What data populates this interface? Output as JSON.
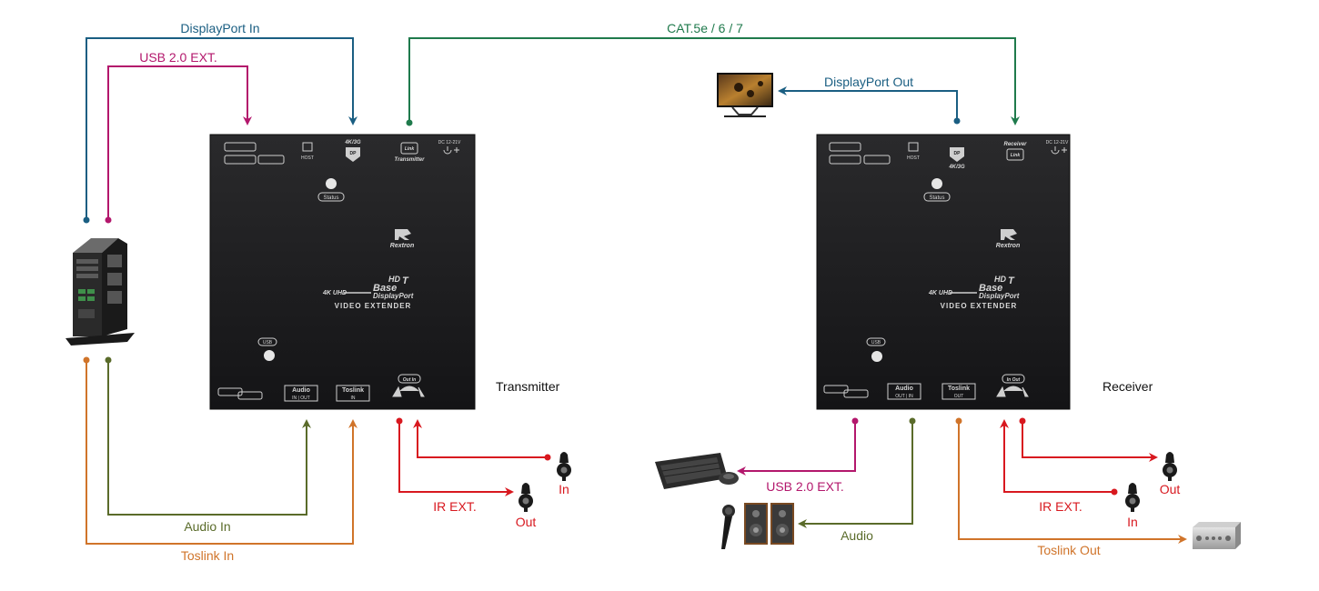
{
  "colors": {
    "displayport": "#1a5e82",
    "usb": "#b3176c",
    "cat": "#1f7a4c",
    "audio": "#5a6b2a",
    "toslink": "#d0742a",
    "ir": "#d8181f",
    "device_body": "#1c1c1e",
    "device_print": "#d8d8d8"
  },
  "links": {
    "displayport_in": "DisplayPort In",
    "usb_in": "USB 2.0 EXT.",
    "cat": "CAT.5e / 6 / 7",
    "displayport_out": "DisplayPort Out",
    "audio_in": "Audio In",
    "toslink_in": "Toslink In",
    "ir_tx": "IR EXT.",
    "ir_tx_out": "Out",
    "ir_tx_in": "In",
    "usb_out": "USB 2.0 EXT.",
    "audio_out": "Audio",
    "toslink_out": "Toslink Out",
    "ir_rx": "IR EXT.",
    "ir_rx_in": "In",
    "ir_rx_out": "Out"
  },
  "transmitter": {
    "label": "Transmitter",
    "host": "HOST",
    "res": "4K/3G",
    "dp": "DP",
    "link": "Link",
    "role": "Transmitter",
    "power": "DC 12-21V",
    "status": "Status",
    "brand": "Rextron",
    "hd": "HD",
    "base": "Base",
    "t": "T",
    "uhd": "4K UHD",
    "displayport": "DisplayPort",
    "video_extender": "VIDEO EXTENDER",
    "usb": "USB",
    "audio": "Audio",
    "audio_ports": "IN | OUT",
    "toslink": "Toslink",
    "toslink_port": "IN",
    "ir": "Out In"
  },
  "receiver": {
    "label": "Receiver",
    "host": "HOST",
    "res": "4K/3G",
    "dp": "DP",
    "link": "Link",
    "role": "Receiver",
    "power": "DC 12-21V",
    "status": "Status",
    "brand": "Rextron",
    "hd": "HD",
    "base": "Base",
    "t": "T",
    "uhd": "4K UHD",
    "displayport": "DisplayPort",
    "video_extender": "VIDEO EXTENDER",
    "usb": "USB",
    "audio": "Audio",
    "audio_ports": "OUT | IN",
    "toslink": "Toslink",
    "toslink_port": "OUT",
    "ir": "In Out"
  },
  "icons": {
    "pc": "pc-tower-icon",
    "monitor": "monitor-icon",
    "keyboard": "keyboard-mouse-icon",
    "mic": "microphone-icon",
    "speakers": "speakers-icon",
    "amplifier": "amplifier-icon",
    "ir_sensor": "ir-sensor-icon"
  }
}
